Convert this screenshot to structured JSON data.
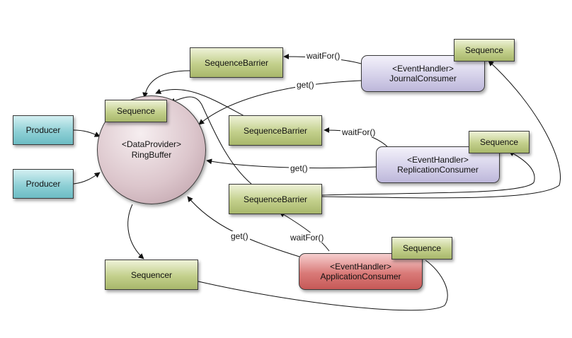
{
  "nodes": {
    "producer1": "Producer",
    "producer2": "Producer",
    "ring_buffer": {
      "stereotype": "<DataProvider>",
      "name": "RingBuffer"
    },
    "ring_sequence": "Sequence",
    "sequencer": "Sequencer",
    "barrier_top": "SequenceBarrier",
    "barrier_mid": "SequenceBarrier",
    "barrier_low": "SequenceBarrier",
    "journal_consumer": {
      "stereotype": "<EventHandler>",
      "name": "JournalConsumer",
      "sequence": "Sequence"
    },
    "replication_consumer": {
      "stereotype": "<EventHandler>",
      "name": "ReplicationConsumer",
      "sequence": "Sequence"
    },
    "application_consumer": {
      "stereotype": "<EventHandler>",
      "name": "ApplicationConsumer",
      "sequence": "Sequence"
    }
  },
  "edge_labels": {
    "journal_wait": "waitFor()",
    "journal_get": "get()",
    "replication_wait": "waitFor()",
    "replication_get": "get()",
    "application_wait": "waitFor()",
    "application_get": "get()"
  },
  "colors": {
    "barrier": "#c3d08c",
    "producer": "#8fd0d6",
    "event_handler": "#d6d2ea",
    "application_handler": "#d97a78",
    "ring": "#dcc6cc"
  }
}
